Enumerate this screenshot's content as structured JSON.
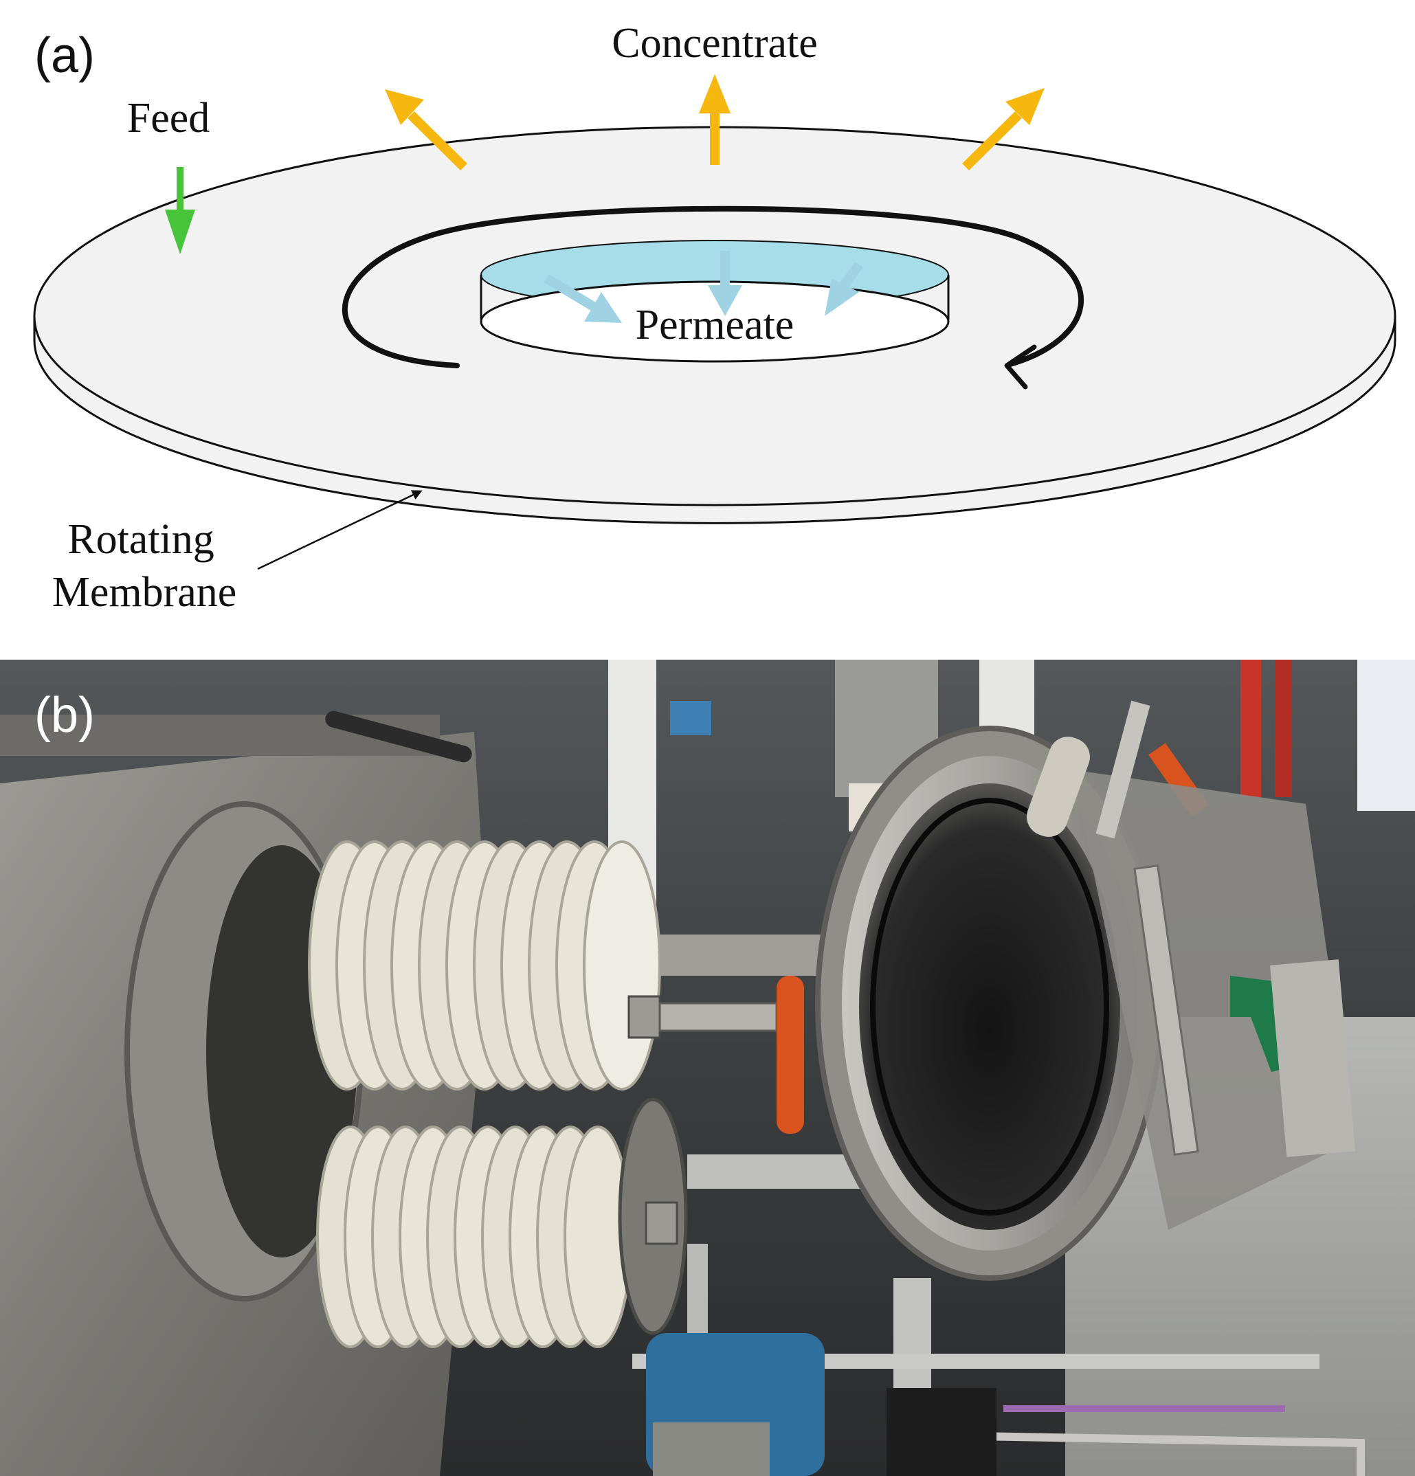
{
  "panel_a": {
    "letter": "(a)",
    "labels": {
      "concentrate": "Concentrate",
      "feed": "Feed",
      "permeate": "Permeate",
      "rotating_line1": "Rotating",
      "rotating_line2": "Membrane"
    },
    "colors": {
      "disk_fill": "#f2f2f2",
      "outline": "#111111",
      "concentrate_arrow": "#f6b70e",
      "feed_arrow": "#47c43a",
      "permeate_band": "#a7dde8",
      "permeate_arrow": "#9fd3e3"
    }
  },
  "panel_b": {
    "letter": "(b)",
    "content": "photograph-of-rotating-disk-membrane-module-opened",
    "colors": {
      "steel": "#8a8a86",
      "membrane_disk": "#ece8dc",
      "blue_component": "#2f6f9e",
      "orange_hose": "#d9531e",
      "green_handle": "#1f7a4a"
    }
  }
}
